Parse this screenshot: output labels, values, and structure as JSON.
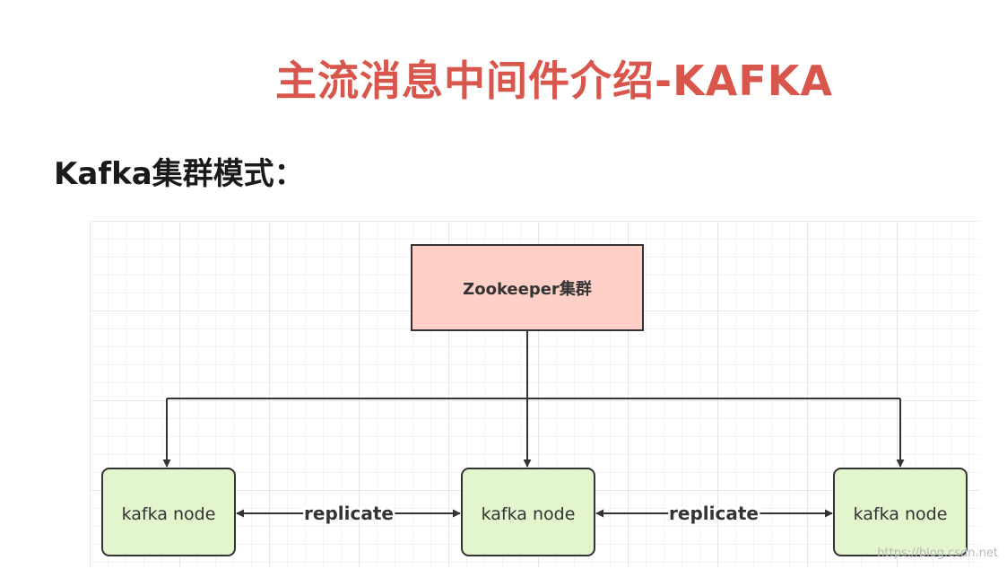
{
  "slide": {
    "title": "主流消息中间件介绍-KAFKA",
    "heading": "Kafka集群模式：",
    "title_color": "#d9564c"
  },
  "diagram": {
    "zookeeper": {
      "label": "Zookeeper集群",
      "fill": "#ffd0c7"
    },
    "nodes": [
      {
        "label": "kafka node"
      },
      {
        "label": "kafka node"
      },
      {
        "label": "kafka node"
      }
    ],
    "node_fill": "#e3f5cd",
    "edges": [
      {
        "label": "replicate"
      },
      {
        "label": "replicate"
      }
    ]
  },
  "watermark": "https://blog.csdn.net"
}
